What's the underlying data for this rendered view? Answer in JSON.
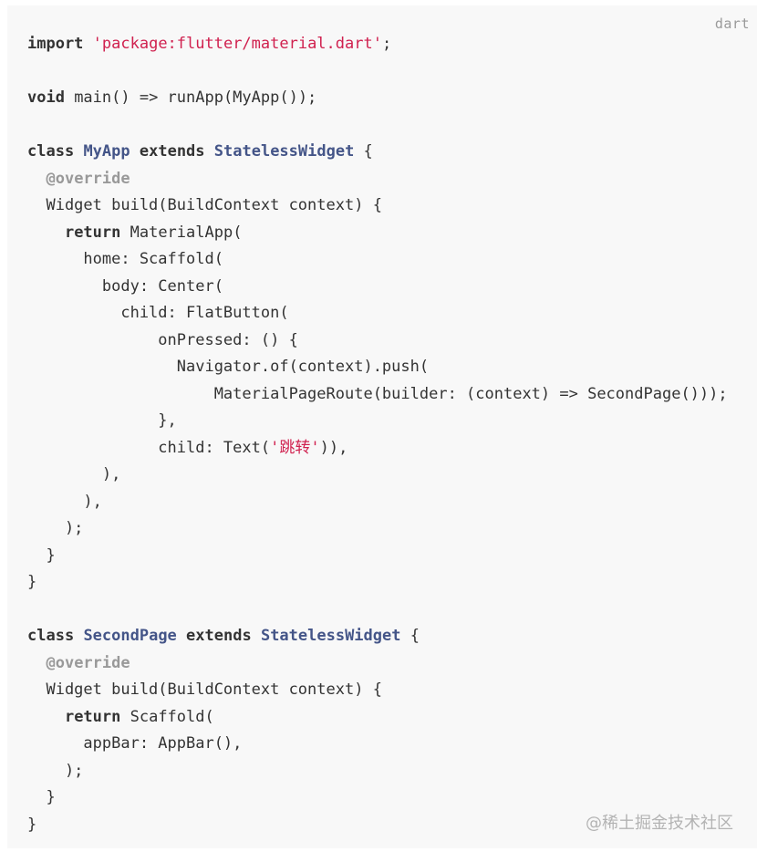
{
  "code_block": {
    "language": "dart",
    "lines": [
      [
        {
          "t": "import",
          "c": "kw"
        },
        {
          "t": " "
        },
        {
          "t": "'package:flutter/material.dart'",
          "c": "str"
        },
        {
          "t": ";"
        }
      ],
      [],
      [
        {
          "t": "void",
          "c": "kw"
        },
        {
          "t": " main() => runApp(MyApp());"
        }
      ],
      [],
      [
        {
          "t": "class",
          "c": "kw"
        },
        {
          "t": " "
        },
        {
          "t": "MyApp",
          "c": "cls"
        },
        {
          "t": " "
        },
        {
          "t": "extends",
          "c": "kw"
        },
        {
          "t": " "
        },
        {
          "t": "StatelessWidget",
          "c": "cls"
        },
        {
          "t": " {"
        }
      ],
      [
        {
          "t": "  "
        },
        {
          "t": "@override",
          "c": "meta"
        }
      ],
      [
        {
          "t": "  Widget build(BuildContext context) {"
        }
      ],
      [
        {
          "t": "    "
        },
        {
          "t": "return",
          "c": "kw"
        },
        {
          "t": " MaterialApp("
        }
      ],
      [
        {
          "t": "      home: Scaffold("
        }
      ],
      [
        {
          "t": "        body: Center("
        }
      ],
      [
        {
          "t": "          child: FlatButton("
        }
      ],
      [
        {
          "t": "              onPressed: () {"
        }
      ],
      [
        {
          "t": "                Navigator.of(context).push("
        }
      ],
      [
        {
          "t": "                    MaterialPageRoute(builder: (context) => SecondPage()));"
        }
      ],
      [
        {
          "t": "              },"
        }
      ],
      [
        {
          "t": "              child: Text("
        },
        {
          "t": "'跳转'",
          "c": "str"
        },
        {
          "t": ")),"
        }
      ],
      [
        {
          "t": "        ),"
        }
      ],
      [
        {
          "t": "      ),"
        }
      ],
      [
        {
          "t": "    );"
        }
      ],
      [
        {
          "t": "  }"
        }
      ],
      [
        {
          "t": "}"
        }
      ],
      [],
      [
        {
          "t": "class",
          "c": "kw"
        },
        {
          "t": " "
        },
        {
          "t": "SecondPage",
          "c": "cls"
        },
        {
          "t": " "
        },
        {
          "t": "extends",
          "c": "kw"
        },
        {
          "t": " "
        },
        {
          "t": "StatelessWidget",
          "c": "cls"
        },
        {
          "t": " {"
        }
      ],
      [
        {
          "t": "  "
        },
        {
          "t": "@override",
          "c": "meta"
        }
      ],
      [
        {
          "t": "  Widget build(BuildContext context) {"
        }
      ],
      [
        {
          "t": "    "
        },
        {
          "t": "return",
          "c": "kw"
        },
        {
          "t": " Scaffold("
        }
      ],
      [
        {
          "t": "      appBar: AppBar(),"
        }
      ],
      [
        {
          "t": "    );"
        }
      ],
      [
        {
          "t": "  }"
        }
      ],
      [
        {
          "t": "}"
        }
      ]
    ]
  },
  "watermark": "@稀土掘金技术社区",
  "colors": {
    "background": "#f8f8f8",
    "string": "#d0214f",
    "class_name": "#445588",
    "annotation": "#999999",
    "text": "#333333"
  }
}
